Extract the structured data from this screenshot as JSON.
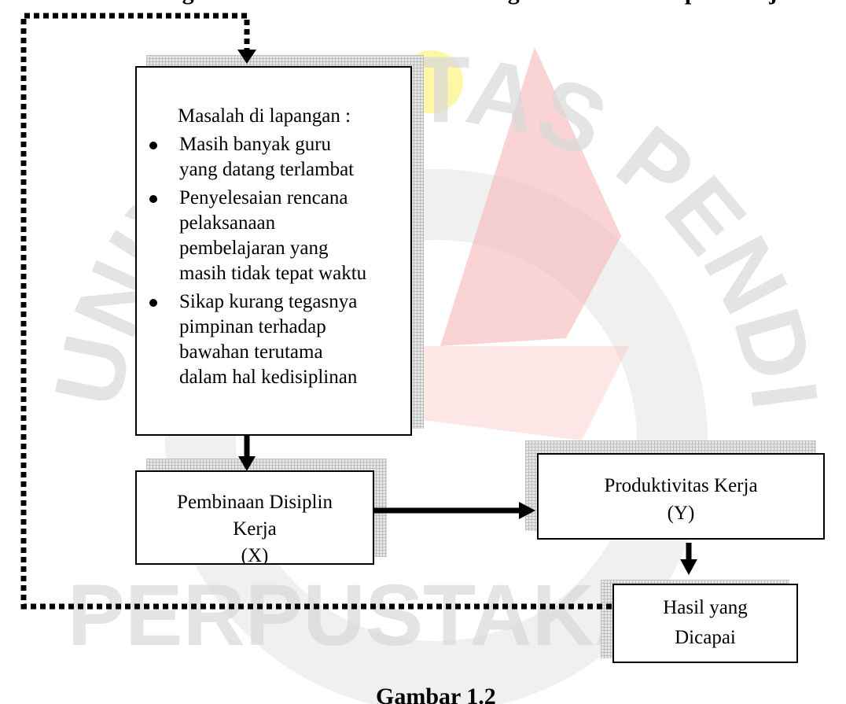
{
  "heading": "Kerangka Pemikiran Penelitian tentang Pembinaan Disiplin Kerja",
  "problem_box": {
    "title": "Masalah di lapangan :",
    "items": [
      [
        "Masih banyak guru",
        "yang datang terlambat"
      ],
      [
        "Penyelesaian rencana",
        "pelaksanaan",
        "pembelajaran yang",
        "masih tidak tepat waktu"
      ],
      [
        "Sikap kurang tegasnya",
        "pimpinan terhadap",
        "bawahan terutama",
        "dalam hal kedisiplinan"
      ]
    ]
  },
  "x_box": {
    "line1": "Pembinaan Disiplin",
    "line2": "Kerja",
    "line3": "(X)"
  },
  "y_box": {
    "line1": "Produktivitas Kerja",
    "line2": "(Y)"
  },
  "result_box": {
    "line1": "Hasil yang",
    "line2": "Dicapai"
  },
  "caption": "Gambar 1.2",
  "watermark": {
    "ring_text": "UNIVERSITAS PENDIDIKAN INDONESIA",
    "bottom_text": "PERPUSTAKAAN",
    "colors": {
      "gray": "#d9d9d9",
      "pink": "#f7b7b7",
      "yellow": "#fff59d"
    }
  }
}
